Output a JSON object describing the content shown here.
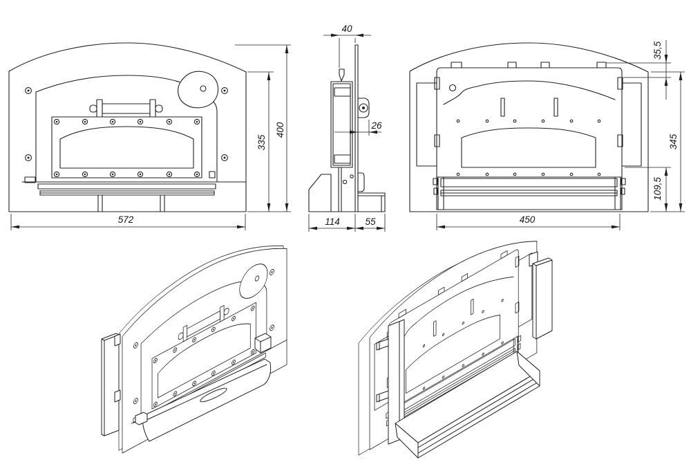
{
  "canvas": {
    "background": "#ffffff",
    "line_color": "#1f1f1f",
    "text_color": "#151515"
  },
  "views": {
    "front": {
      "dims": {
        "width": "572",
        "door_height": "335",
        "total_height": "400"
      }
    },
    "side": {
      "dims": {
        "frame_depth": "40",
        "hinge_offset": "26",
        "base_depth": "114",
        "shelf_depth": "55"
      }
    },
    "back": {
      "dims": {
        "top_offset": "35,5",
        "panel_height": "345",
        "bottom_section": "109,5",
        "panel_width": "450"
      }
    }
  }
}
